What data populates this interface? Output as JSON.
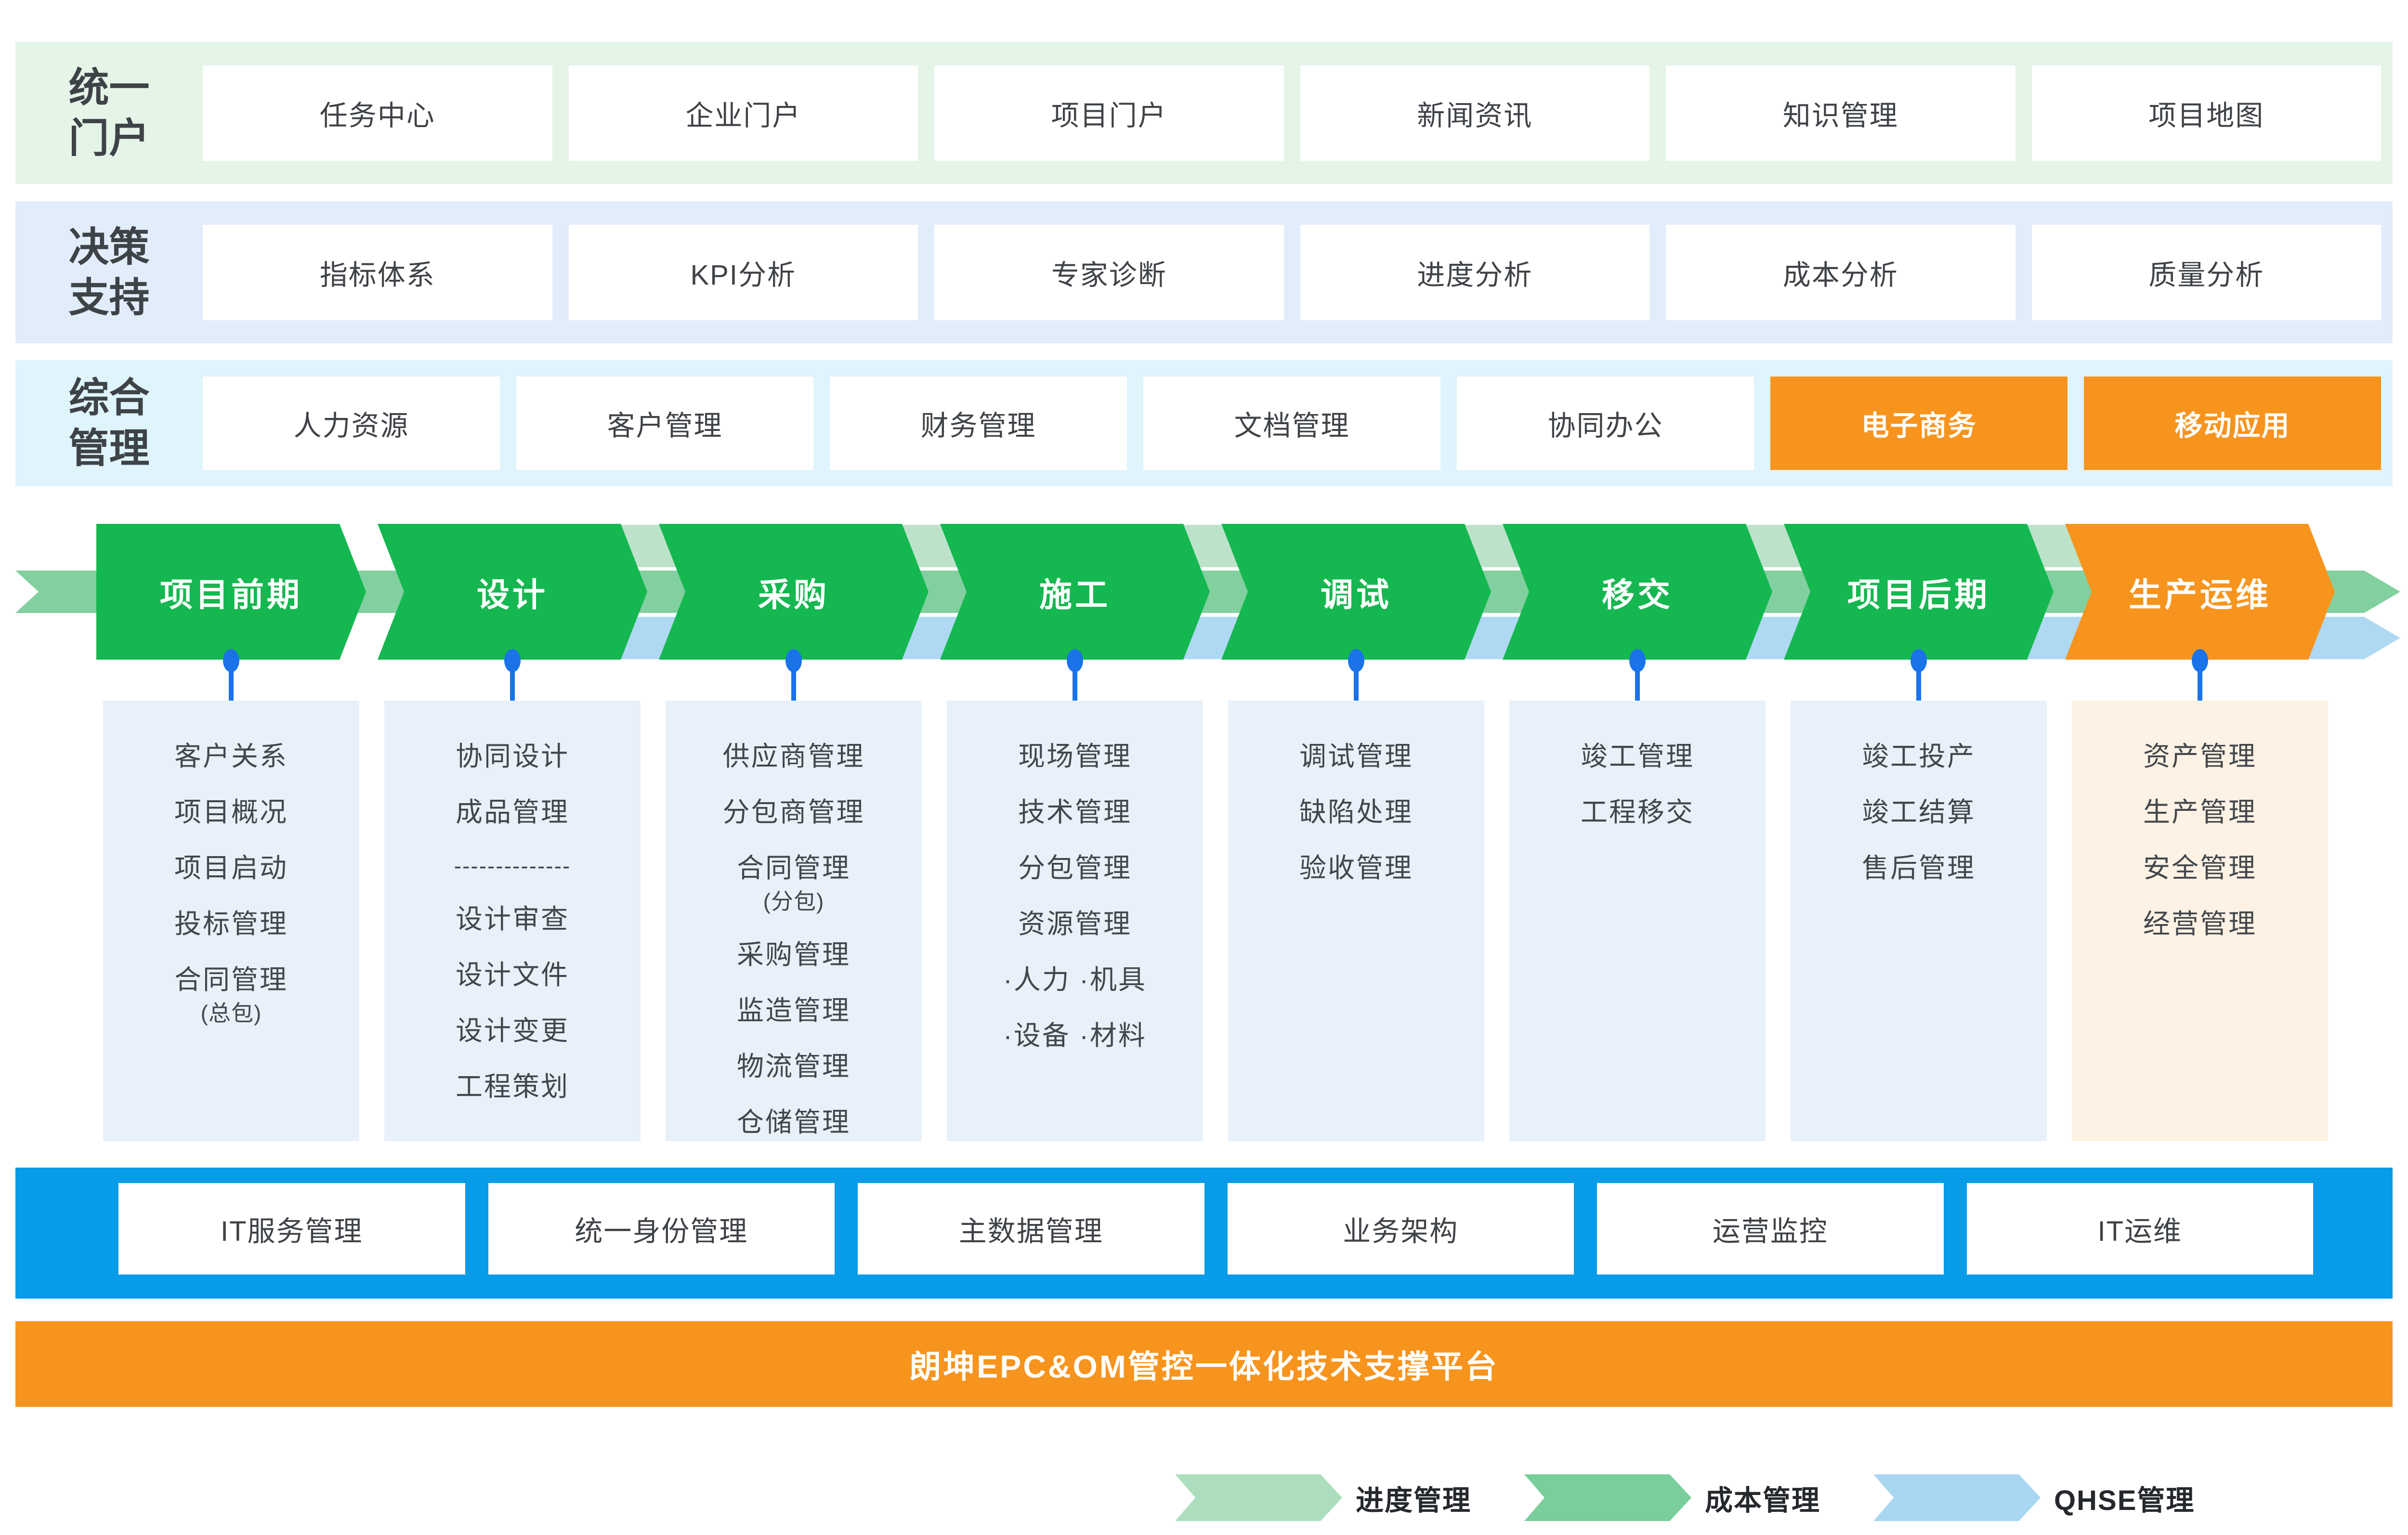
{
  "portal_row": {
    "label": "统一门户",
    "items": [
      "任务中心",
      "企业门户",
      "项目门户",
      "新闻资讯",
      "知识管理",
      "项目地图"
    ]
  },
  "decision_row": {
    "label": "决策支持",
    "items": [
      "指标体系",
      "KPI分析",
      "专家诊断",
      "进度分析",
      "成本分析",
      "质量分析"
    ]
  },
  "management_row": {
    "label": "综合管理",
    "items": [
      "人力资源",
      "客户管理",
      "财务管理",
      "文档管理",
      "协同办公",
      "电子商务",
      "移动应用"
    ]
  },
  "phases": [
    {
      "label": "项目前期",
      "items": [
        "客户关系",
        "项目概况",
        "项目启动",
        "投标管理",
        "合同管理",
        "(总包)"
      ]
    },
    {
      "label": "设计",
      "items": [
        "协同设计",
        "成品管理",
        "--------------",
        "设计审查",
        "设计文件",
        "设计变更",
        "工程策划"
      ]
    },
    {
      "label": "采购",
      "items": [
        "供应商管理",
        "分包商管理",
        "合同管理",
        "(分包)",
        "采购管理",
        "监造管理",
        "物流管理",
        "仓储管理"
      ]
    },
    {
      "label": "施工",
      "items": [
        "现场管理",
        "技术管理",
        "分包管理",
        "资源管理",
        "·人力 ·机具",
        "·设备 ·材料"
      ]
    },
    {
      "label": "调试",
      "items": [
        "调试管理",
        "缺陷处理",
        "验收管理"
      ]
    },
    {
      "label": "移交",
      "items": [
        "竣工管理",
        "工程移交"
      ]
    },
    {
      "label": "项目后期",
      "items": [
        "竣工投产",
        "竣工结算",
        "售后管理"
      ]
    },
    {
      "label": "生产运维",
      "items": [
        "资产管理",
        "生产管理",
        "安全管理",
        "经营管理"
      ]
    }
  ],
  "it_row": {
    "items": [
      "IT服务管理",
      "统一身份管理",
      "主数据管理",
      "业务架构",
      "运营监控",
      "IT运维"
    ]
  },
  "platform": {
    "title": "朗坤EPC&OM管控一体化技术支撑平台"
  },
  "legend": {
    "items": [
      {
        "label": "进度管理",
        "color": "#ACDEBE"
      },
      {
        "label": "成本管理",
        "color": "#79CE9B"
      },
      {
        "label": "QHSE管理",
        "color": "#A9D7F2"
      }
    ]
  },
  "colors": {
    "portal_band": "#E4F4E7",
    "decision_band": "#E2EDFB",
    "management_band": "#DFF4FC",
    "accent_green": "#15B750",
    "accent_orange": "#F7941E",
    "it_bar_blue": "#089BE8",
    "detail_bg": "#E8F1F9",
    "detail_bg_orange": "#FDF2E4",
    "ribbon_light_green": "#BCE3CA",
    "ribbon_green": "#82D09F",
    "ribbon_blue": "#AFD9F2",
    "connector_blue": "#1A73E8",
    "text_dark": "#3F4347"
  }
}
